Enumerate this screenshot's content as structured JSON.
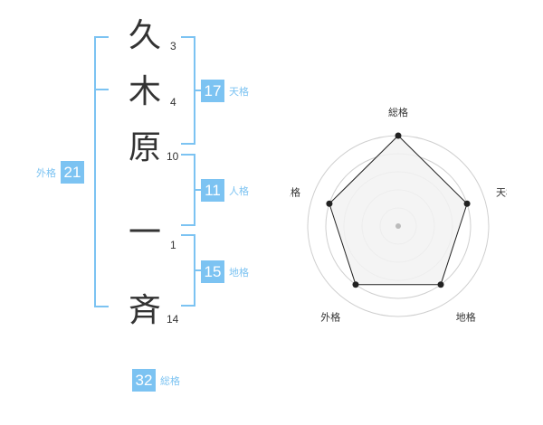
{
  "name": {
    "characters": [
      {
        "char": "久",
        "strokes": "3"
      },
      {
        "char": "木",
        "strokes": "4"
      },
      {
        "char": "原",
        "strokes": "10"
      },
      {
        "char": "一",
        "strokes": "1"
      },
      {
        "char": "斉",
        "strokes": "14"
      }
    ]
  },
  "fortunes": {
    "tenkaku": {
      "value": "17",
      "label": "天格"
    },
    "jinkaku": {
      "value": "11",
      "label": "人格"
    },
    "chikaku": {
      "value": "15",
      "label": "地格"
    },
    "gaikaku": {
      "value": "21",
      "label": "外格"
    },
    "soukaku": {
      "value": "32",
      "label": "総格"
    }
  },
  "chart_data": {
    "type": "radar",
    "axes": [
      "総格",
      "天格",
      "地格",
      "外格",
      "人格"
    ],
    "values": [
      5,
      4,
      4,
      4,
      4
    ],
    "max": 5,
    "rings": 5,
    "colors": {
      "line": "#222222",
      "fill": "#f2f2f2",
      "ring": "#cfcfcf",
      "center": "#bbbbbb"
    }
  },
  "theme": {
    "accent": "#7cc3f2",
    "text": "#333333"
  }
}
